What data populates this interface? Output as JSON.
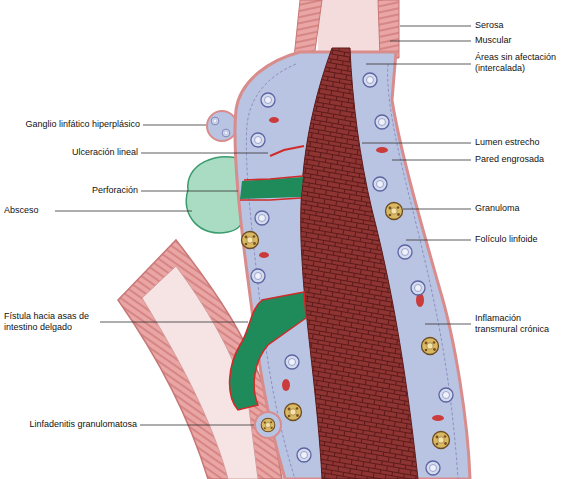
{
  "diagram": {
    "labels": [
      "Serosa",
      "Muscular",
      "Áreas sin afectación (intercalada)",
      "Ganglio linfático hiperplásico",
      "Lumen estrecho",
      "Ulceración lineal",
      "Pared engrosada",
      "Perforación",
      "Absceso",
      "Granuloma",
      "Folículo linfoide",
      "Fístula hacia asas de intestino delgado",
      "Inflamación transmural crónica",
      "Linfadenitis granulomatosa"
    ]
  }
}
